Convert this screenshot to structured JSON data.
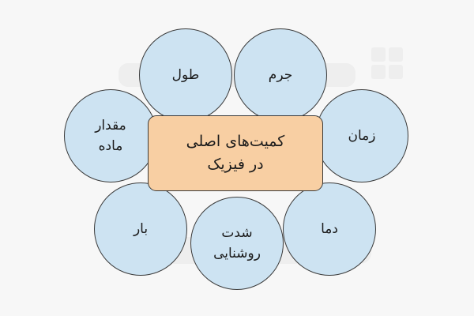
{
  "center": {
    "line1": "کمیت‌های اصلی",
    "line2": "در فیزیک"
  },
  "quantities": [
    {
      "id": "length",
      "line1": "طول",
      "line2": ""
    },
    {
      "id": "mass",
      "line1": "جرم",
      "line2": ""
    },
    {
      "id": "time",
      "line1": "زمان",
      "line2": ""
    },
    {
      "id": "amount",
      "line1": "مقدار",
      "line2": "ماده"
    },
    {
      "id": "charge",
      "line1": "بار",
      "line2": ""
    },
    {
      "id": "luminous",
      "line1": "شدت",
      "line2": "روشنایی"
    },
    {
      "id": "temperature",
      "line1": "دما",
      "line2": ""
    }
  ],
  "colors": {
    "circle_fill": "#cde3f2",
    "center_fill": "#f8cfa3",
    "outline": "#3a3a3a",
    "background": "#f7f7f7"
  }
}
